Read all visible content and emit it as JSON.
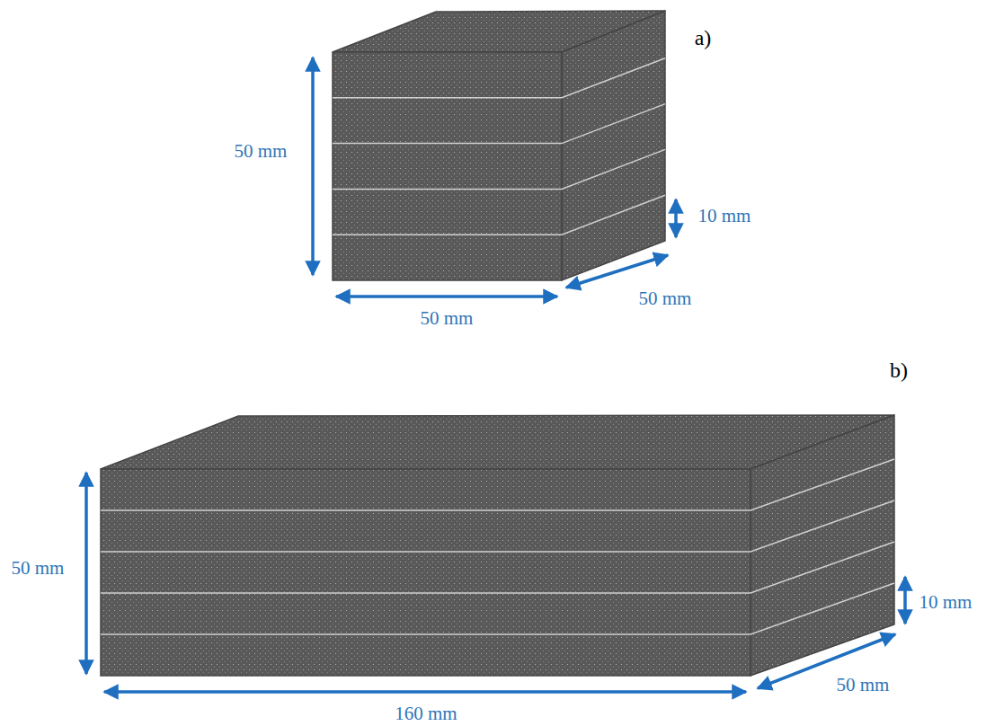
{
  "diagram": {
    "labels": [
      "a)",
      "50 mm",
      "10 mm",
      "50 mm",
      "50 mm",
      "b)",
      "50 mm",
      "10 mm",
      "50 mm",
      "160 mm"
    ]
  }
}
